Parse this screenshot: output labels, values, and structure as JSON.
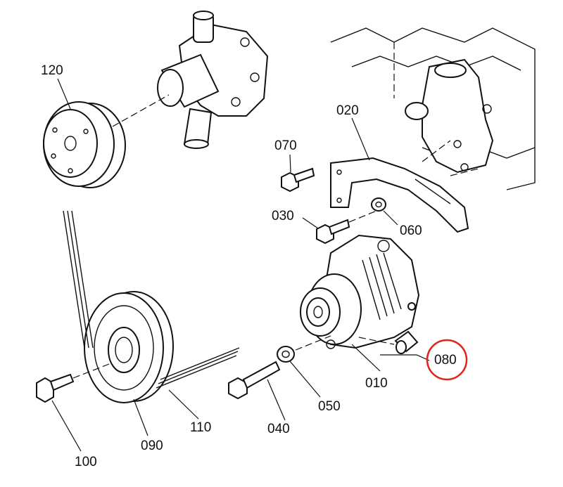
{
  "callouts": {
    "c120": "120",
    "c020": "020",
    "c070": "070",
    "c030": "030",
    "c060": "060",
    "c080": "080",
    "c010": "010",
    "c050": "050",
    "c040": "040",
    "c110": "110",
    "c090": "090",
    "c100": "100"
  },
  "highlight": {
    "callout": "080",
    "color": "#e0241b"
  }
}
